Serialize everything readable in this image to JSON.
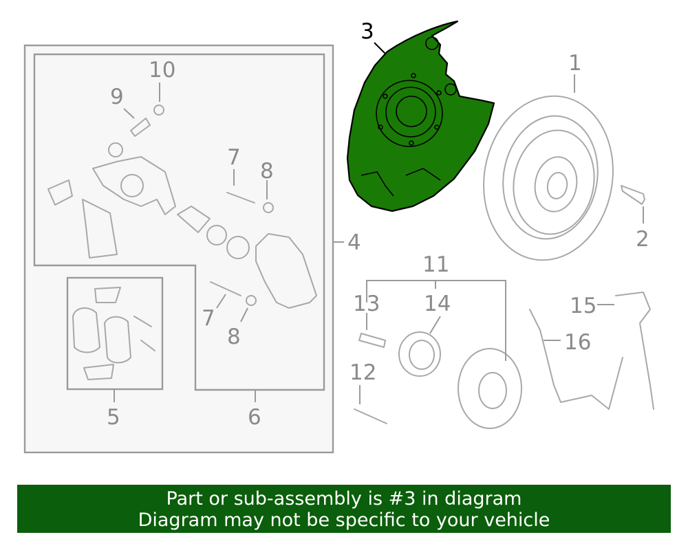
{
  "highlight": {
    "part_number": "3",
    "fill": "#1a7a06",
    "outline": "#000000"
  },
  "callouts": {
    "c1": "1",
    "c2": "2",
    "c3": "3",
    "c4": "4",
    "c5": "5",
    "c6": "6",
    "c7a": "7",
    "c7b": "7",
    "c8a": "8",
    "c8b": "8",
    "c9": "9",
    "c10": "10",
    "c11": "11",
    "c12": "12",
    "c13": "13",
    "c14": "14",
    "c15": "15",
    "c16": "16"
  },
  "banner": {
    "line1": "Part or sub-assembly is #3 in diagram",
    "line2": "Diagram may not be specific to your vehicle",
    "background": "#0b5e0b",
    "text_color": "#ffffff"
  }
}
